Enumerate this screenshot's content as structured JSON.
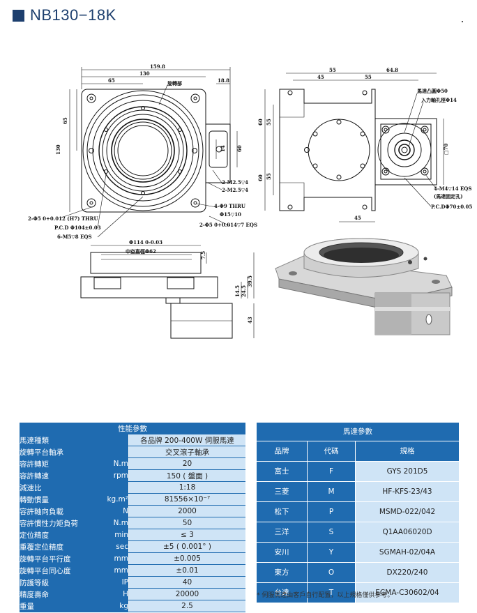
{
  "title": "NB130−18K",
  "drawing": {
    "top": {
      "d_159_8": "159.8",
      "d_130": "130",
      "d_65": "65",
      "d_18_8": "18.8",
      "d_65v": "65",
      "d_130v": "130",
      "d_14": "14",
      "d_60": "60",
      "lbl_rotating": "旋轉部",
      "lbl_m2_5": "2-M2.5▽4",
      "lbl_m2_5b": "2-M2.5▽4",
      "lbl_4phi9": "4-Φ9 THRU",
      "lbl_phi15": "Φ15▽10",
      "lbl_2phi5_h7": "2-Φ5 0+0.012 (H7) THRU",
      "lbl_pcd104": "P.C.D Φ104±0.03",
      "lbl_6m5": "6-M5▽8 EQS",
      "lbl_2phi5_f7": "2-Φ5 0+0.014▽7 EQS"
    },
    "side": {
      "d_55a": "55",
      "d_64_8": "64.8",
      "d_45": "45",
      "d_55b": "55",
      "d_60a": "60",
      "d_55c": "55",
      "d_60b": "60",
      "d_55d": "55",
      "d_45b": "45",
      "d_70": "□70",
      "lbl_boss": "馬達凸圓Φ50",
      "lbl_shaft": "入力軸孔徑Φ14",
      "lbl_m4": "4-M4▽14 EQS",
      "lbl_m4b": "(馬達固定孔)",
      "lbl_pcd70": "P.C.DΦ70±0.05"
    },
    "front": {
      "d_phi114": "Φ114 0-0.03",
      "d_hollow": "中空直徑Φ62",
      "d_7_5": "7.5",
      "d_14_5": "14.5",
      "d_24_5": "24.5",
      "d_39_5": "39.5",
      "d_43": "43"
    }
  },
  "performance": {
    "header": "性能參數",
    "rows": [
      {
        "name": "馬達種類",
        "unit": "",
        "value": "各品牌 200-400W 伺服馬達"
      },
      {
        "name": "旋轉平台軸承",
        "unit": "",
        "value": "交叉滾子軸承"
      },
      {
        "name": "容許轉矩",
        "unit": "N.m",
        "value": "20"
      },
      {
        "name": "容許轉速",
        "unit": "rpm",
        "value": "150 ( 盤面 )"
      },
      {
        "name": "減速比",
        "unit": "",
        "value": "1:18"
      },
      {
        "name": "轉動慣量",
        "unit": "kg.m²",
        "value": "81556×10⁻⁷"
      },
      {
        "name": "容許軸向負載",
        "unit": "N",
        "value": "2000"
      },
      {
        "name": "容許慣性力矩負荷",
        "unit": "N.m",
        "value": "50"
      },
      {
        "name": "定位精度",
        "unit": "min",
        "value": "≤ 3"
      },
      {
        "name": "重覆定位精度",
        "unit": "sec",
        "value": "±5 ( 0.001° )"
      },
      {
        "name": "旋轉平台平行度",
        "unit": "mm",
        "value": "±0.005"
      },
      {
        "name": "旋轉平台同心度",
        "unit": "mm",
        "value": "±0.01"
      },
      {
        "name": "防護等級",
        "unit": "IP",
        "value": "40"
      },
      {
        "name": "精度壽命",
        "unit": "H",
        "value": "20000"
      },
      {
        "name": "重量",
        "unit": "kg",
        "value": "2.5"
      }
    ]
  },
  "motor": {
    "header": "馬達參數",
    "columns": [
      "品牌",
      "代碼",
      "規格"
    ],
    "rows": [
      {
        "brand": "富士",
        "code": "F",
        "spec": "GYS 201D5"
      },
      {
        "brand": "三菱",
        "code": "M",
        "spec": "HF-KFS-23/43"
      },
      {
        "brand": "松下",
        "code": "P",
        "spec": "MSMD-022/042"
      },
      {
        "brand": "三洋",
        "code": "S",
        "spec": "Q1AA06020D"
      },
      {
        "brand": "安川",
        "code": "Y",
        "spec": "SGMAH-02/04A"
      },
      {
        "brand": "東方",
        "code": "O",
        "spec": "DX220/240"
      },
      {
        "brand": "台達",
        "code": "T",
        "spec": "ECMA-C30602/04"
      }
    ],
    "note": "* 伺服馬達由客戶自行配置，以上規格僅供參考。"
  },
  "colors": {
    "accent": "#1f6bb0",
    "cell": "#cfe4f6",
    "title": "#1d3f6e"
  }
}
